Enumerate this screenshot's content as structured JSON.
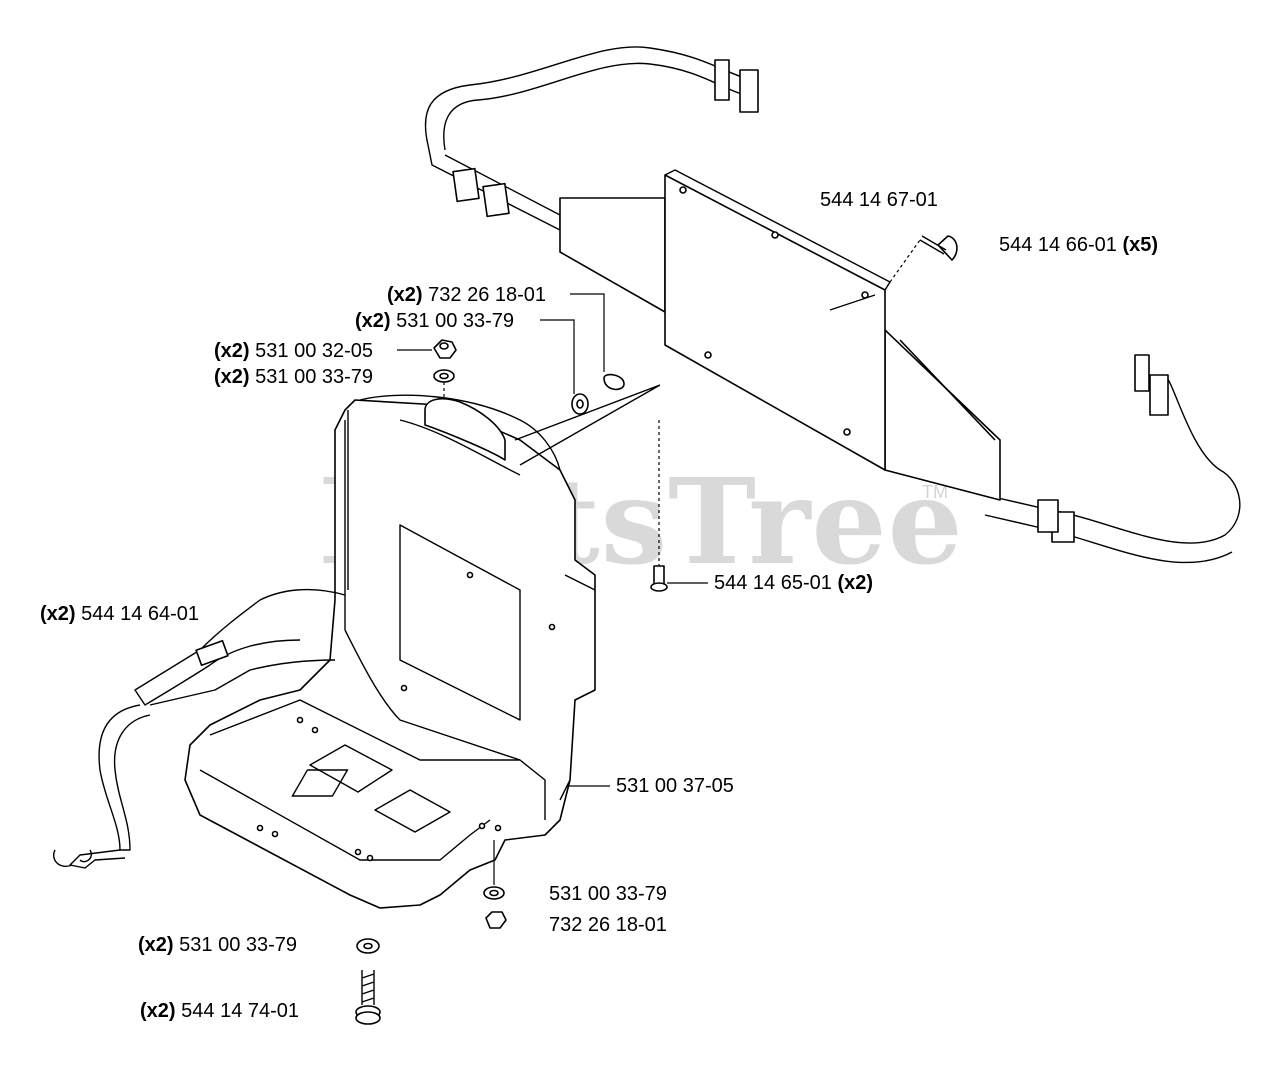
{
  "watermark": {
    "text": "PartsTree",
    "trademark": "TM"
  },
  "callouts": [
    {
      "id": "plate-top",
      "qty": "",
      "part": "544 14 67-01"
    },
    {
      "id": "screw-top",
      "qty": "(x5)",
      "part": "544 14 66-01"
    },
    {
      "id": "nut-top-right",
      "qty": "(x2)",
      "part": "732 26 18-01"
    },
    {
      "id": "washer-top-right",
      "qty": "(x2)",
      "part": "531 00 33-79"
    },
    {
      "id": "nut-top-left",
      "qty": "(x2)",
      "part": "531 00 32-05"
    },
    {
      "id": "washer-top-left",
      "qty": "(x2)",
      "part": "531 00 33-79"
    },
    {
      "id": "screw-mid",
      "qty": "(x2)",
      "part": "544 14 65-01"
    },
    {
      "id": "shoulder-strap",
      "qty": "(x2)",
      "part": "544 14 64-01"
    },
    {
      "id": "frame",
      "qty": "",
      "part": "531 00 37-05"
    },
    {
      "id": "washer-bottom-right",
      "qty": "",
      "part": "531 00 33-79"
    },
    {
      "id": "nut-bottom-right",
      "qty": "",
      "part": "732 26 18-01"
    },
    {
      "id": "washer-bottom-left",
      "qty": "(x2)",
      "part": "531 00 33-79"
    },
    {
      "id": "screw-bottom-left",
      "qty": "(x2)",
      "part": "544 14 74-01"
    }
  ]
}
